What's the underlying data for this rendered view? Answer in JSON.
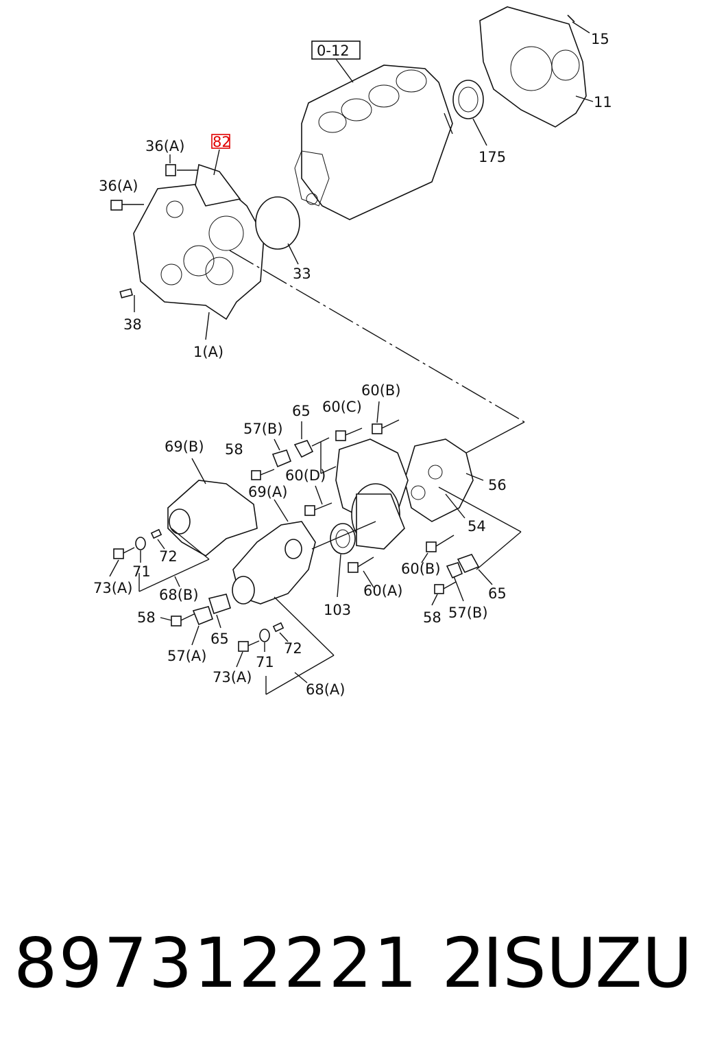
{
  "diagram": {
    "reference_box": "0-12",
    "highlighted_callout": "82",
    "highlight_color": "#e00000",
    "callouts": {
      "c15": "15",
      "c11": "11",
      "c175": "175",
      "c36a_1": "36(A)",
      "c36a_2": "36(A)",
      "c33": "33",
      "c38": "38",
      "c1a": "1(A)",
      "c60b_top": "60(B)",
      "c65_top": "65",
      "c60c": "60(C)",
      "c57b_top": "57(B)",
      "c69b": "69(B)",
      "c58_top": "58",
      "c60d": "60(D)",
      "c69a": "69(A)",
      "c56": "56",
      "c54": "54",
      "c72_left": "72",
      "c71_left": "71",
      "c73a_left": "73(A)",
      "c68b": "68(B)",
      "c103": "103",
      "c60a": "60(A)",
      "c60b_right": "60(B)",
      "c65_right": "65",
      "c58_right": "58",
      "c57b_right": "57(B)",
      "c58_left": "58",
      "c65_left": "65",
      "c57a": "57(A)",
      "c73a_bottom": "73(A)",
      "c71_bottom": "71",
      "c72_bottom": "72",
      "c68a": "68(A)"
    }
  },
  "footer": {
    "part_number": "897312221 2",
    "brand": "ISUZU"
  }
}
